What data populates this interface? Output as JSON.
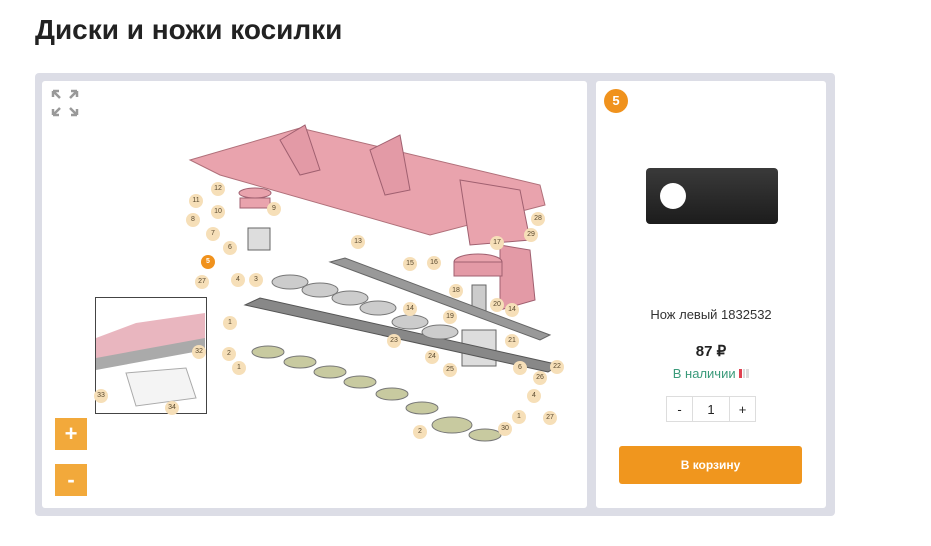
{
  "page_title": "Диски и ножи косилки",
  "viewer": {
    "expand_icon": "expand-arrows-icon",
    "zoom_in_label": "+",
    "zoom_out_label": "-",
    "callouts": [
      "12",
      "11",
      "10",
      "9",
      "8",
      "7",
      "6",
      "5",
      "4",
      "3",
      "27",
      "13",
      "15",
      "16",
      "14",
      "18",
      "19",
      "20",
      "14",
      "21",
      "23",
      "24",
      "6",
      "22",
      "25",
      "26",
      "4",
      "1",
      "2",
      "1",
      "1",
      "27",
      "2",
      "30",
      "28",
      "29",
      "17",
      "32",
      "33",
      "34"
    ],
    "active_callout": "5"
  },
  "product": {
    "badge": "5",
    "name": "Нож левый 1832532",
    "price": "87 ₽",
    "stock": "В наличии",
    "qty_minus": "-",
    "qty_value": "1",
    "qty_plus": "+",
    "cart_label": "В корзину"
  },
  "colors": {
    "accent": "#f0961e",
    "stock": "#3a9a7a",
    "frame": "#dcdde6"
  }
}
